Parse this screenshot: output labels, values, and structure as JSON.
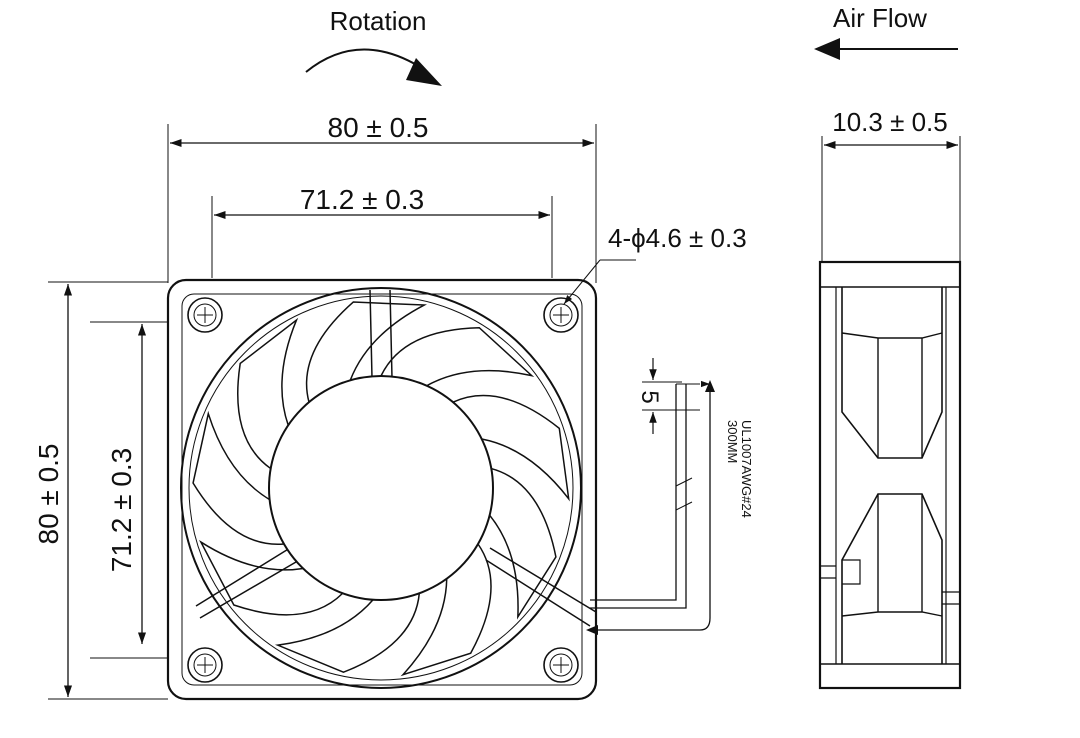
{
  "diagram": {
    "labels": {
      "rotation": "Rotation",
      "air_flow": "Air Flow",
      "width_outer": "80 ± 0.5",
      "width_hole_spacing": "71.2 ± 0.3",
      "hole_spec": "4-ϕ4.6 ± 0.3",
      "height_outer": "80 ± 0.5",
      "height_hole_spacing": "71.2 ± 0.3",
      "depth": "10.3 ± 0.5",
      "wire_strip": "5",
      "wire_spec_line1": "UL1007AWG#24",
      "wire_spec_line2": "300MM"
    }
  }
}
